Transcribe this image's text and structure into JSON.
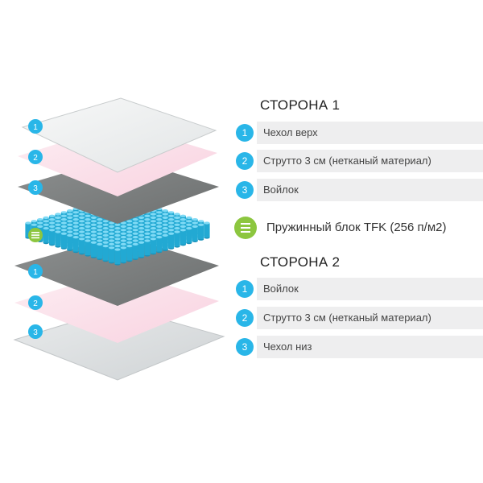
{
  "side1": {
    "title": "СТОРОНА 1",
    "items": [
      {
        "num": "1",
        "label": "Чехол верх"
      },
      {
        "num": "2",
        "label": "Струтто 3 см (нетканый материал)"
      },
      {
        "num": "3",
        "label": "Войлок"
      }
    ]
  },
  "spring_block": {
    "label": "Пружинный блок TFK (256 п/м2)",
    "icon": "layers-icon"
  },
  "side2": {
    "title": "СТОРОНА 2",
    "items": [
      {
        "num": "1",
        "label": "Войлок"
      },
      {
        "num": "2",
        "label": "Струтто 3 см (нетканый материал)"
      },
      {
        "num": "3",
        "label": "Чехол низ"
      }
    ]
  },
  "diagram_badges": {
    "top": [
      "1",
      "2",
      "3"
    ],
    "bottom": [
      "1",
      "2",
      "3"
    ]
  },
  "colors": {
    "accent_blue": "#29b6e8",
    "accent_green": "#8cc63f",
    "cover": "#f1f3f3",
    "strutto": "#fbdfe9",
    "felt": "#7f8282",
    "spring": "#35bfe6",
    "row_bg": "#eeeeef"
  }
}
